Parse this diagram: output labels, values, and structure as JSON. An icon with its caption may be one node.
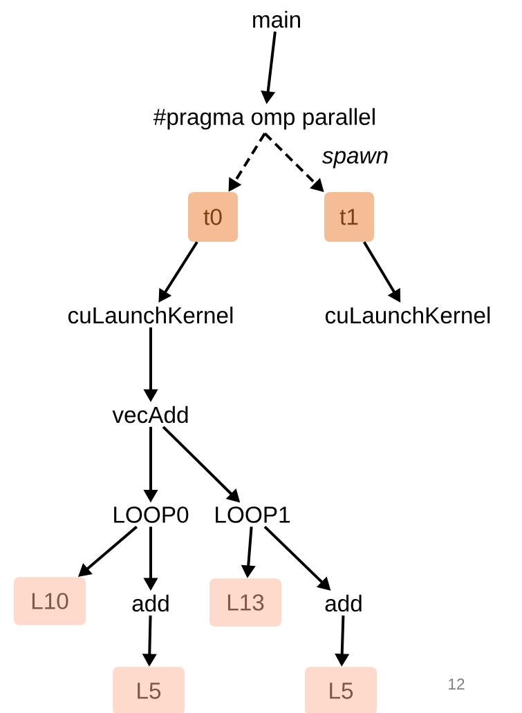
{
  "diagram": {
    "nodes": [
      {
        "text": [
          "main"
        ]
      },
      {
        "text": [
          "#pragma omp parallel"
        ]
      },
      {
        "text": [
          "t0"
        ]
      },
      {
        "text": [
          "t1"
        ]
      },
      {
        "text": [
          "cuLaunchKernel"
        ]
      },
      {
        "text": [
          "cuLaunchKernel"
        ]
      },
      {
        "text": [
          "vecAdd"
        ]
      },
      {
        "text": [
          "LOOP0"
        ]
      },
      {
        "text": [
          "LOOP1"
        ]
      },
      {
        "text": [
          "L10"
        ]
      },
      {
        "text": [
          "add"
        ]
      },
      {
        "text": [
          "L13"
        ]
      },
      {
        "text": [
          "add"
        ]
      },
      {
        "text": [
          "L5"
        ]
      },
      {
        "text": [
          "L5"
        ]
      }
    ],
    "edges": [
      {
        "from": 0,
        "to": 1,
        "arrow": "to"
      },
      {
        "from": 1,
        "to": 2,
        "arrow": "to",
        "style": "dashed"
      },
      {
        "from": 1,
        "to": 3,
        "arrow": "to",
        "style": "dashed",
        "label": "spawn"
      },
      {
        "from": 2,
        "to": 4,
        "arrow": "to"
      },
      {
        "from": 3,
        "to": 5,
        "arrow": "to"
      },
      {
        "from": 4,
        "to": 6,
        "arrow": "to"
      },
      {
        "from": 6,
        "to": 7,
        "arrow": "to"
      },
      {
        "from": 6,
        "to": 8,
        "arrow": "to"
      },
      {
        "from": 7,
        "to": 9,
        "arrow": "to"
      },
      {
        "from": 7,
        "to": 10,
        "arrow": "to"
      },
      {
        "from": 8,
        "to": 11,
        "arrow": "to"
      },
      {
        "from": 8,
        "to": 12,
        "arrow": "to"
      },
      {
        "from": 10,
        "to": 13,
        "arrow": "to"
      },
      {
        "from": 12,
        "to": 14,
        "arrow": "to"
      }
    ],
    "labels": [
      "12"
    ]
  }
}
